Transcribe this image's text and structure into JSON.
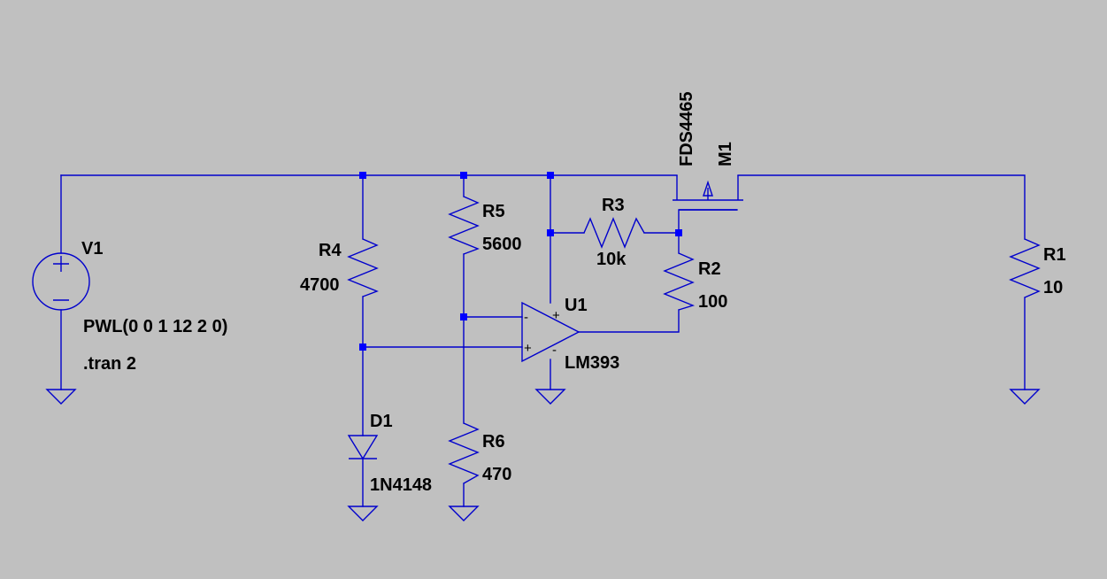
{
  "components": {
    "V1": {
      "ref": "V1",
      "value": "PWL(0 0 1 12 2 0)"
    },
    "R1": {
      "ref": "R1",
      "value": "10"
    },
    "R2": {
      "ref": "R2",
      "value": "100"
    },
    "R3": {
      "ref": "R3",
      "value": "10k"
    },
    "R4": {
      "ref": "R4",
      "value": "4700"
    },
    "R5": {
      "ref": "R5",
      "value": "5600"
    },
    "R6": {
      "ref": "R6",
      "value": "470"
    },
    "D1": {
      "ref": "D1",
      "value": "1N4148"
    },
    "U1": {
      "ref": "U1",
      "value": "LM393",
      "plus_pin": "+",
      "minus_pin": "-"
    },
    "M1": {
      "ref": "M1",
      "value": "FDS4465"
    }
  },
  "directive": ".tran 2",
  "colors": {
    "background": "#c0c0c0",
    "wire": "#0000cc",
    "junction": "#0000ff",
    "text": "#000000"
  }
}
